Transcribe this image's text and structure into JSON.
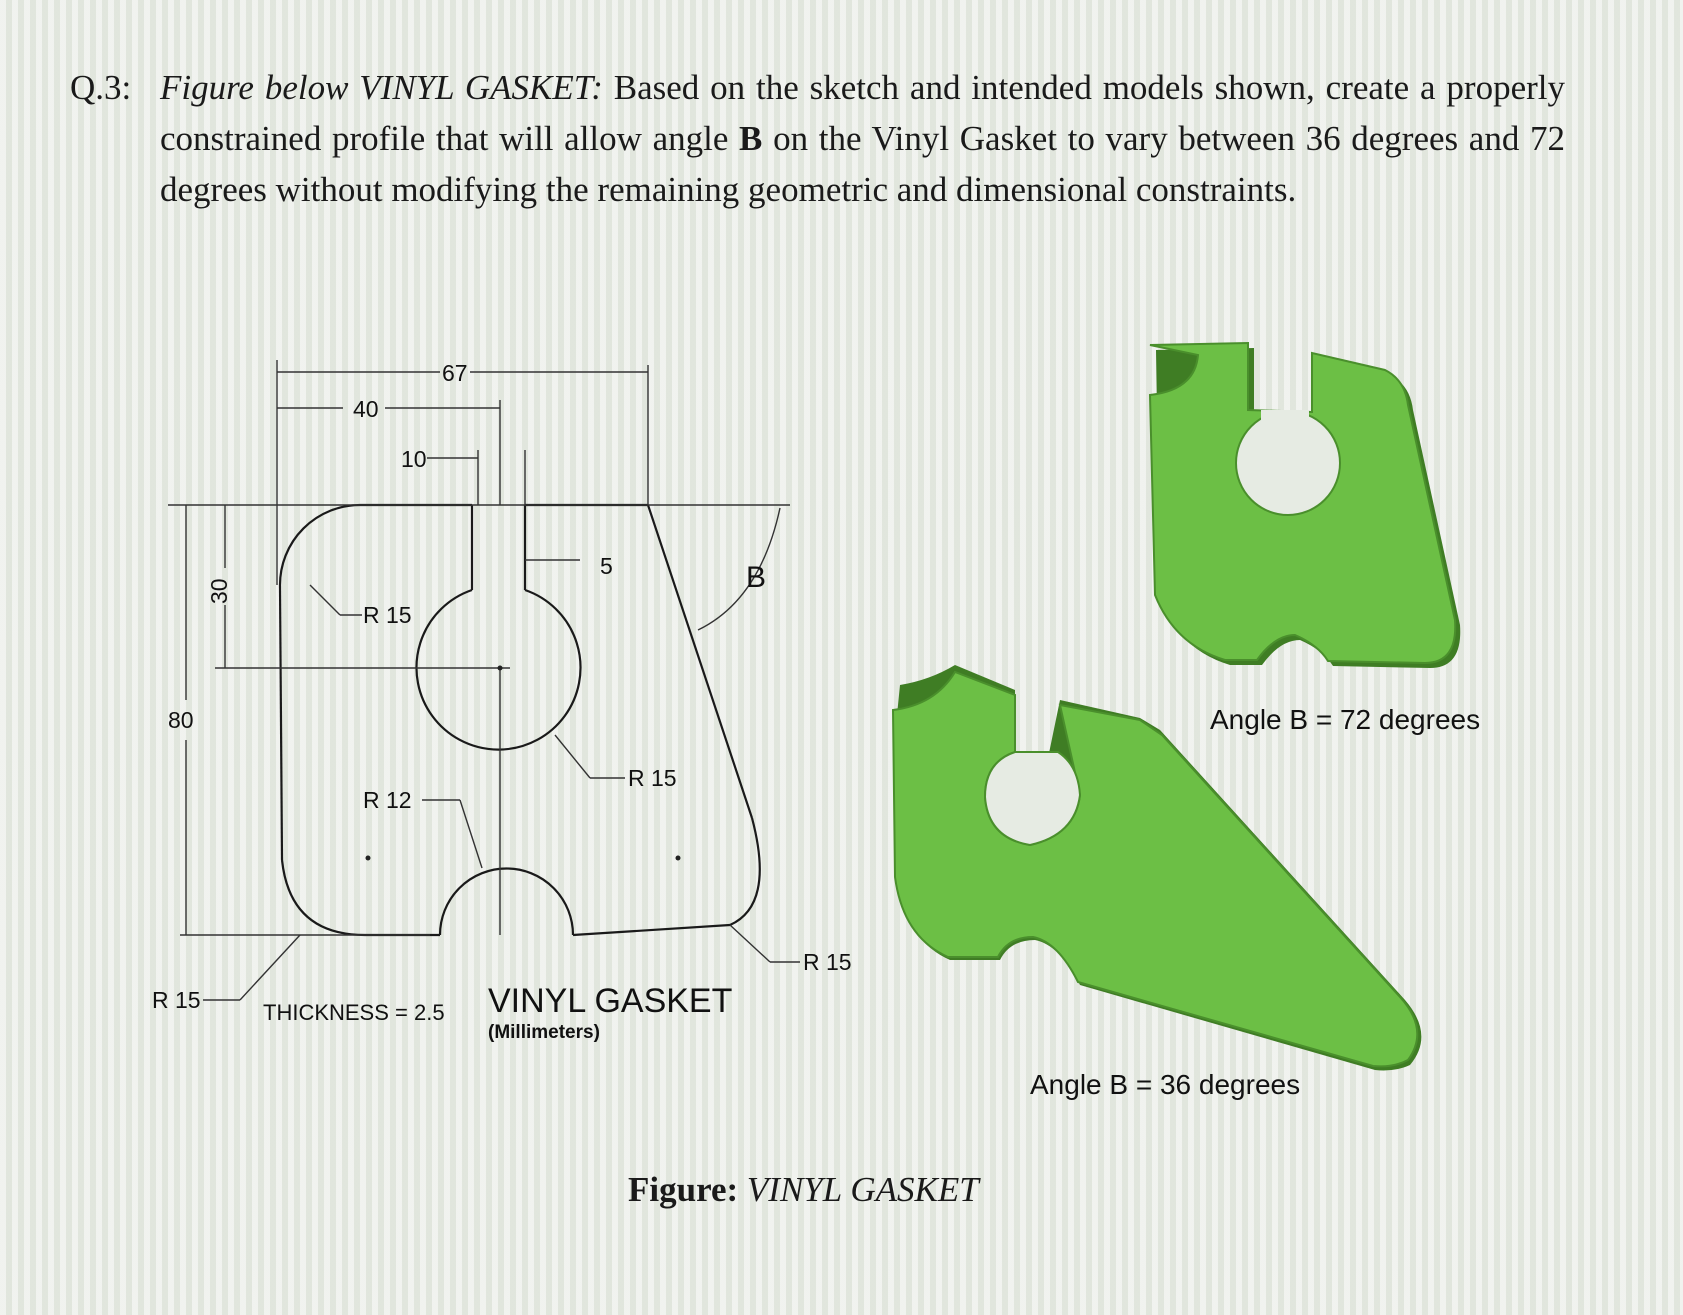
{
  "question": {
    "number": "Q.3:",
    "lead": "Figure below VINYL GASKET:",
    "text_1": " Based on the sketch and intended models shown, create a properly constrained profile that will allow angle ",
    "angle_symbol": "B",
    "text_2": " on the Vinyl Gasket to vary between 36 degrees and 72 degrees without modifying the remaining geometric and dimensional constraints."
  },
  "drawing": {
    "dim_67": "67",
    "dim_40": "40",
    "dim_10": "10",
    "dim_5": "5",
    "dim_30": "30",
    "dim_80": "80",
    "angle_label": "B",
    "r15_top": "R 15",
    "r15_circle": "R 15",
    "r12": "R 12",
    "r15_left": "R 15",
    "r15_right": "R 15",
    "thickness": "THICKNESS = 2.5",
    "part_title": "VINYL GASKET",
    "units": "(Millimeters)"
  },
  "models": {
    "label_72": "Angle B = 72 degrees",
    "label_36": "Angle B = 36 degrees",
    "green": "#6cbf45",
    "green_edge": "#4a8f2c"
  },
  "caption": {
    "title": "Figure:",
    "name": "VINYL GASKET"
  }
}
